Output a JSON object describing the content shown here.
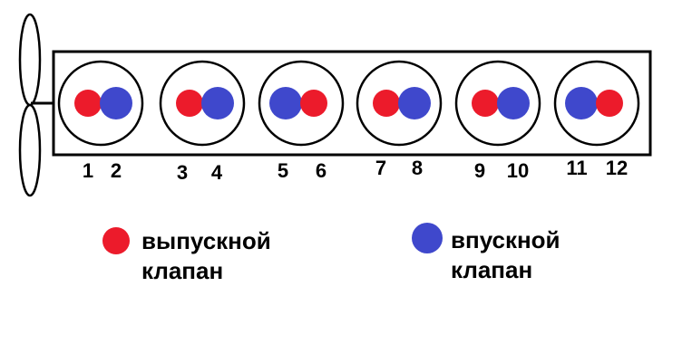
{
  "colors": {
    "exhaust": "#ec1b2b",
    "intake": "#3f48cc",
    "stroke": "#000000",
    "background": "#ffffff"
  },
  "icons": {
    "pulley": "pulley-ellipses-icon",
    "exhaust_marker": "red-dot-icon",
    "intake_marker": "blue-dot-icon"
  },
  "cylinders": [
    {
      "valves": [
        {
          "number": "1",
          "type": "exhaust"
        },
        {
          "number": "2",
          "type": "intake"
        }
      ]
    },
    {
      "valves": [
        {
          "number": "3",
          "type": "exhaust"
        },
        {
          "number": "4",
          "type": "intake"
        }
      ]
    },
    {
      "valves": [
        {
          "number": "5",
          "type": "intake"
        },
        {
          "number": "6",
          "type": "exhaust"
        }
      ]
    },
    {
      "valves": [
        {
          "number": "7",
          "type": "exhaust"
        },
        {
          "number": "8",
          "type": "intake"
        }
      ]
    },
    {
      "valves": [
        {
          "number": "9",
          "type": "exhaust"
        },
        {
          "number": "10",
          "type": "intake"
        }
      ]
    },
    {
      "valves": [
        {
          "number": "11",
          "type": "intake"
        },
        {
          "number": "12",
          "type": "exhaust"
        }
      ]
    }
  ],
  "legend": {
    "exhaust": {
      "line1": "выпускной",
      "line2": "клапан"
    },
    "intake": {
      "line1": "впускной",
      "line2": "клапан"
    }
  }
}
